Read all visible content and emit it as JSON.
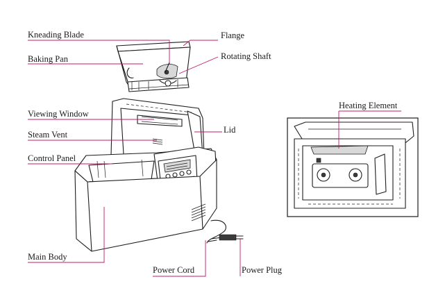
{
  "accent_color": "#c2186b",
  "labels": {
    "kneading_blade": "Kneading Blade",
    "baking_pan": "Baking Pan",
    "flange": "Flange",
    "rotating_shaft": "Rotating Shaft",
    "viewing_window": "Viewing Window",
    "steam_vent": "Steam Vent",
    "lid": "Lid",
    "control_panel": "Control Panel",
    "main_body": "Main Body",
    "power_cord": "Power Cord",
    "power_plug": "Power Plug",
    "heating_element": "Heating Element"
  }
}
